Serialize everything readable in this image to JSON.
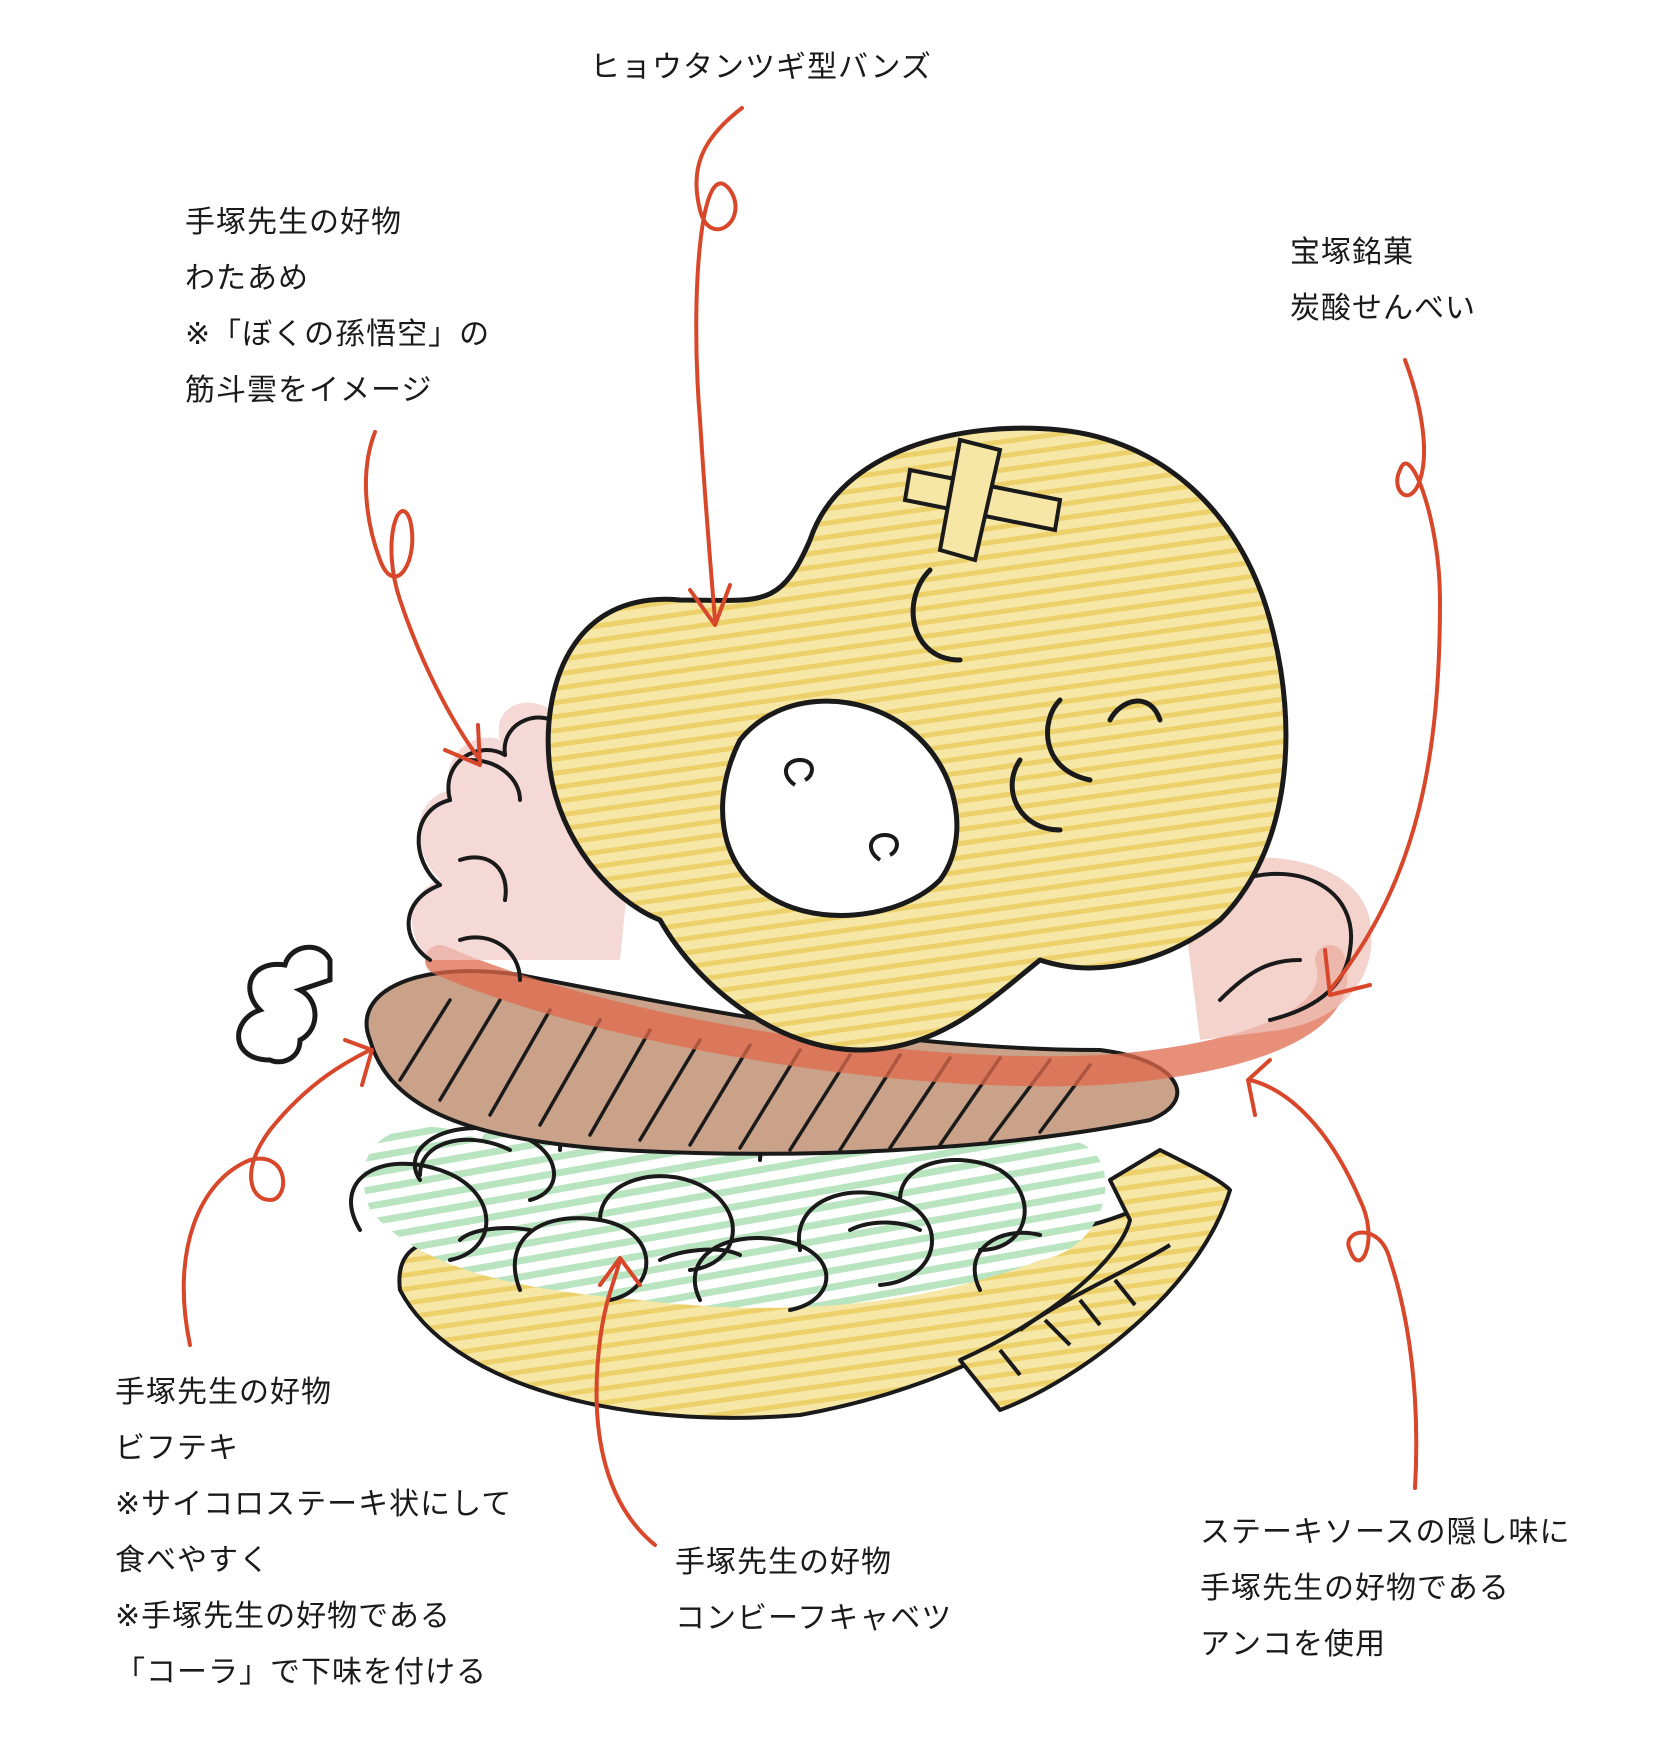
{
  "colors": {
    "line": "#1a1a1a",
    "arrow": "#d9472b",
    "bun_fill": "#f3df8c",
    "cloud_fill": "#eec0bc",
    "patty_fill": "#b5856a",
    "cabbage_fill": "#bfe6c4",
    "sauce_fill": "#e06a4e",
    "senbei_fill": "#f1c8c0"
  },
  "annotations": {
    "buns": {
      "lines": [
        "ヒョウタンツギ型バンズ"
      ]
    },
    "cotton_candy": {
      "lines": [
        "手塚先生の好物",
        "わたあめ",
        "※「ぼくの孫悟空」の",
        "筋斗雲をイメージ"
      ]
    },
    "senbei": {
      "lines": [
        "宝塚銘菓",
        "炭酸せんべい"
      ]
    },
    "steak": {
      "lines": [
        "手塚先生の好物",
        "ビフテキ",
        "※サイコロステーキ状にして",
        "食べやすく",
        "※手塚先生の好物である",
        "「コーラ」で下味を付ける"
      ]
    },
    "cabbage": {
      "lines": [
        "手塚先生の好物",
        "コンビーフキャベツ"
      ]
    },
    "sauce": {
      "lines": [
        "ステーキソースの隠し味に",
        "手塚先生の好物である",
        "アンコを使用"
      ]
    }
  }
}
